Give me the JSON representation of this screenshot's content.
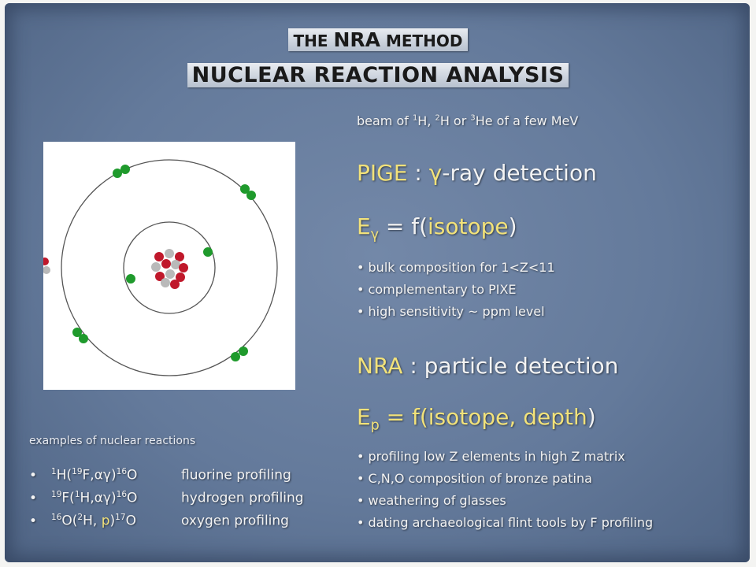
{
  "title": {
    "line1_prefix": "THE ",
    "line1_main": "NRA",
    "line1_suffix": " METHOD",
    "line2": "NUCLEAR REACTION ANALYSIS"
  },
  "beam": {
    "prefix": "beam of ",
    "iso1_mass": "1",
    "iso1_el": "H, ",
    "iso2_mass": "2",
    "iso2_el": "H or ",
    "iso3_mass": "3",
    "iso3_el": "He of a few MeV"
  },
  "pige": {
    "label": "PIGE",
    "sep": " : ",
    "gamma": "γ",
    "rest": "-ray detection"
  },
  "egamma": {
    "e": "E",
    "sub": "γ",
    "eq": " = f(",
    "iso": "isotope",
    "close": ")"
  },
  "pige_bullets": [
    "• bulk composition for 1<Z<11",
    "• complementary to PIXE",
    "• high sensitivity ~ ppm level"
  ],
  "nra": {
    "label": "NRA",
    "rest": " : particle detection"
  },
  "ep": {
    "e": "E",
    "sub": "p",
    "eq": " = f(",
    "iso": "isotope, depth",
    "close": ")"
  },
  "nra_bullets": [
    "• profiling low Z elements in high Z matrix",
    "• C,N,O composition of bronze patina",
    "• weathering of glasses",
    "• dating archaeological flint tools by F profiling"
  ],
  "examples": {
    "label": "examples of nuclear reactions",
    "bullet": "•",
    "r1": {
      "m1": "1",
      "e1": "H(",
      "m2": "19",
      "e2": "F,αγ)",
      "m3": "16",
      "e3": "O",
      "desc": "fluorine profiling"
    },
    "r2": {
      "m1": "19",
      "e1": "F(",
      "m2": "1",
      "e2": "H,αγ)",
      "m3": "16",
      "e3": "O",
      "desc": "hydrogen profiling"
    },
    "r3": {
      "m1": "16",
      "e1": "O(",
      "m2": "2",
      "e2": "H, ",
      "p": "p",
      "e2b": ")",
      "m3": "17",
      "e3": "O",
      "desc": "oxygen profiling"
    }
  },
  "colors": {
    "background": "#647a9b",
    "highlight": "#f2e27a",
    "text": "#f3f3f3",
    "electron": "#1f9a2c",
    "proton": "#c0182b",
    "neutron": "#b9b9b9"
  }
}
